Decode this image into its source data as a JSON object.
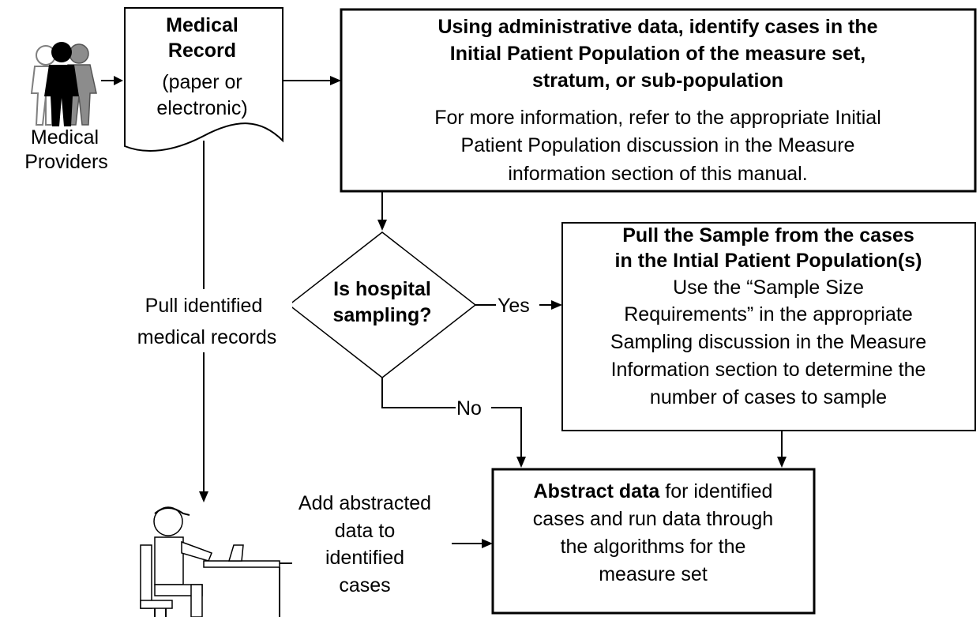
{
  "providers": {
    "label_line1": "Medical",
    "label_line2": "Providers"
  },
  "medical_record": {
    "title_line1": "Medical",
    "title_line2": "Record",
    "sub_line1": "(paper or",
    "sub_line2": "electronic)"
  },
  "identify_box": {
    "bold_line1": "Using administrative data, identify cases in the",
    "bold_line2": "Initial Patient Population of the measure set,",
    "bold_line3": "stratum, or sub-population",
    "line4": "For more information, refer to the appropriate Initial",
    "line5": "Patient Population discussion in the Measure",
    "line6": "information section of this manual."
  },
  "decision": {
    "line1": "Is hospital",
    "line2": "sampling?",
    "yes_label": "Yes",
    "no_label": "No"
  },
  "sample_box": {
    "bold_line1": "Pull the Sample from the cases",
    "bold_line2": "in the Intial Patient Population(s)",
    "line3": "Use the “Sample Size",
    "line4": "Requirements” in the appropriate",
    "line5": "Sampling discussion in the Measure",
    "line6": "Information section to determine the",
    "line7": "number of cases to sample"
  },
  "pull_records": {
    "line1": "Pull identified",
    "line2": "medical records"
  },
  "add_data": {
    "line1": "Add abstracted",
    "line2": "data to",
    "line3": "identified",
    "line4": "cases"
  },
  "abstract_box": {
    "line1_bold": "Abstract data",
    "line1_rest": " for identified",
    "line2": "cases and run data through",
    "line3": "the algorithms for the",
    "line4": "measure set"
  },
  "icons": {
    "people": "medical-providers-people-icon",
    "abstractor": "abstractor-at-desk-icon",
    "document": "medical-record-document-icon"
  }
}
